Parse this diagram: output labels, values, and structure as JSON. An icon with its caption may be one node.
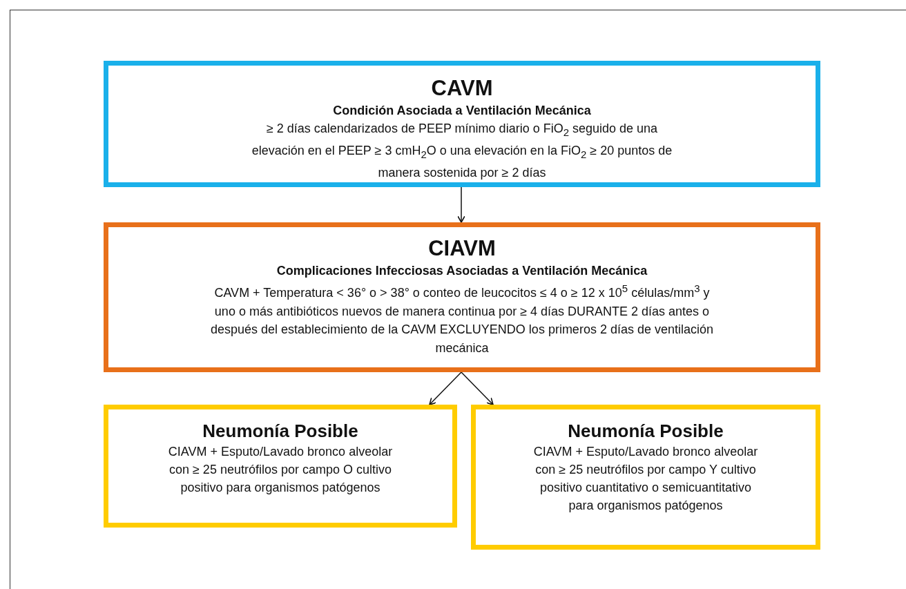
{
  "diagram": {
    "nodes": [
      {
        "text": [
          "CAVM",
          "Condición Asociada a Ventilación Mecánica",
          "≥ 2 días calendarizados de PEEP mínimo diario o FiO$_{2}$ seguido de una elevación en el PEEP ≥ 3 cmH$_{2}$O o una elevación en la FiO$_{2}$ ≥ 20 puntos de manera sostenida por ≥ 2 días"
        ]
      },
      {
        "text": [
          "CIAVM",
          "Complicaciones Infecciosas Asociadas a Ventilación Mecánica",
          "CAVM + Temperatura < 36° o > 38° o conteo de leucocitos ≤ 4 o ≥ 12 x 10$^{5}$ células/mm$^{3}$ y uno o más antibióticos nuevos de manera continua por ≥ 4 días DURANTE 2 días antes o después del establecimiento de la CAVM EXCLUYENDO los primeros 2 días de ventilación mecánica"
        ]
      },
      {
        "text": [
          "Neumonía Posible",
          "CIAVM + Esputo/Lavado bronco alveolar con ≥ 25 neutrófilos por campo O cultivo positivo para organismos patógenos"
        ]
      },
      {
        "text": [
          "Neumonía Posible",
          "CIAVM + Esputo/Lavado bronco alveolar con ≥ 25 neutrófilos por campo Y cultivo positivo cuantitativo o semicuantitativo para organismos patógenos"
        ]
      }
    ],
    "edges": [
      {
        "from": 0,
        "to": 1,
        "arrow": "to"
      },
      {
        "from": 1,
        "to": 2,
        "arrow": "to"
      },
      {
        "from": 1,
        "to": 3,
        "arrow": "to"
      }
    ]
  }
}
